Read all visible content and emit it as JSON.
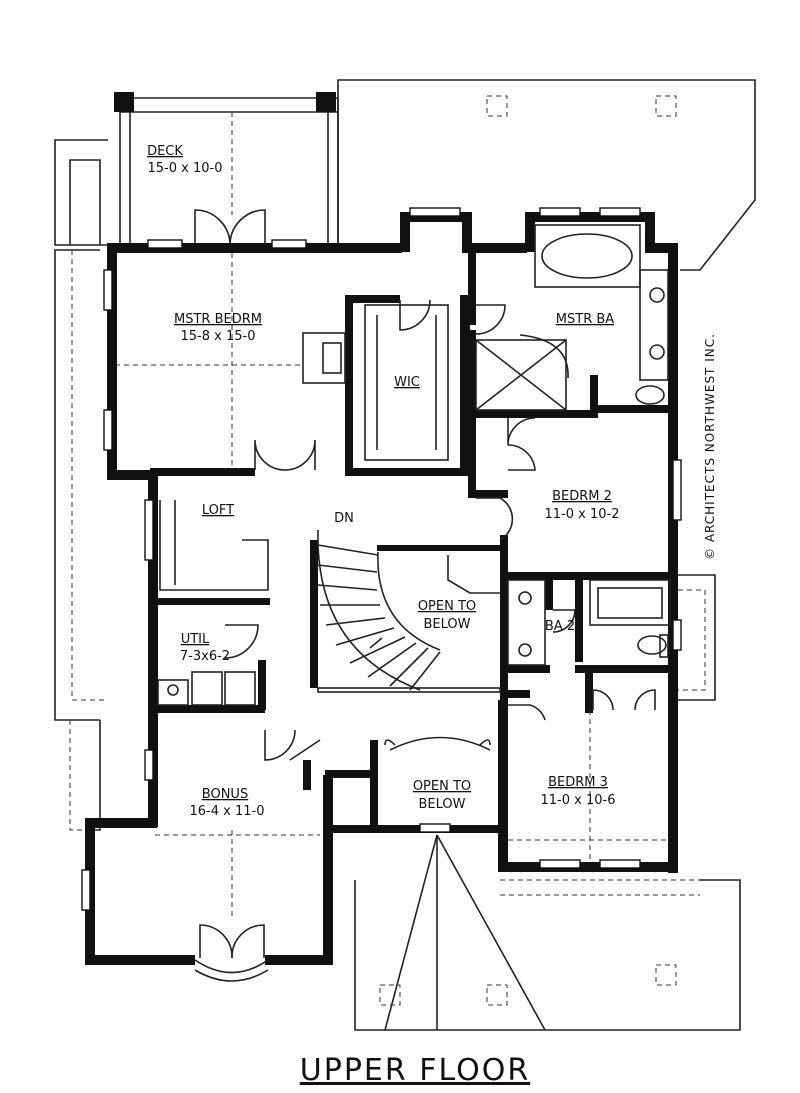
{
  "title": "UPPER FLOOR",
  "credit": "© ARCHITECTS NORTHWEST INC.",
  "rooms": {
    "deck": {
      "name": "DECK",
      "size": "15-0 x 10-0"
    },
    "master_bedroom": {
      "name": "MSTR BEDRM",
      "size": "15-8 x 15-0"
    },
    "walk_in_closet": {
      "name": "WIC"
    },
    "master_bath": {
      "name": "MSTR BA"
    },
    "loft": {
      "name": "LOFT"
    },
    "bedroom2": {
      "name": "BEDRM 2",
      "size": "11-0 x 10-2"
    },
    "stair": {
      "label": "DN"
    },
    "open_to_below_1": {
      "line1": "OPEN TO",
      "line2": "BELOW"
    },
    "utility": {
      "name": "UTIL",
      "size": "7-3x6-2"
    },
    "bath2": {
      "name": "BA 2"
    },
    "bonus": {
      "name": "BONUS",
      "size": "16-4 x 11-0"
    },
    "open_to_below_2": {
      "line1": "OPEN TO",
      "line2": "BELOW"
    },
    "bedroom3": {
      "name": "BEDRM 3",
      "size": "11-0 x 10-6"
    }
  }
}
